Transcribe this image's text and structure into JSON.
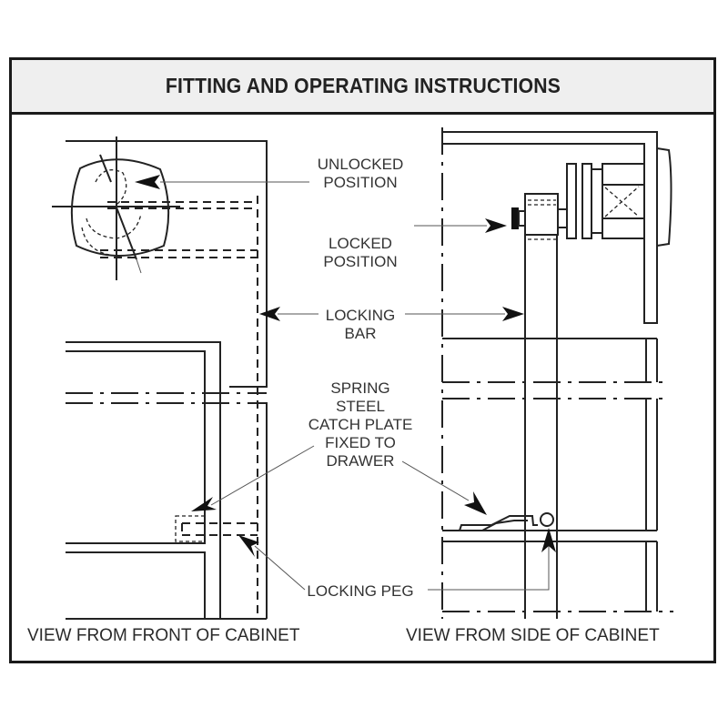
{
  "header": {
    "title": "FITTING AND OPERATING INSTRUCTIONS"
  },
  "labels": {
    "unlocked": [
      "UNLOCKED",
      "POSITION"
    ],
    "locked": [
      "LOCKED",
      "POSITION"
    ],
    "locking_bar": [
      "LOCKING",
      "BAR"
    ],
    "catch_plate": [
      "SPRING",
      "STEEL",
      "CATCH PLATE",
      "FIXED TO",
      "DRAWER"
    ],
    "locking_peg": "LOCKING PEG"
  },
  "captions": {
    "front_view": "VIEW FROM FRONT OF CABINET",
    "side_view": "VIEW FROM SIDE OF CABINET"
  }
}
